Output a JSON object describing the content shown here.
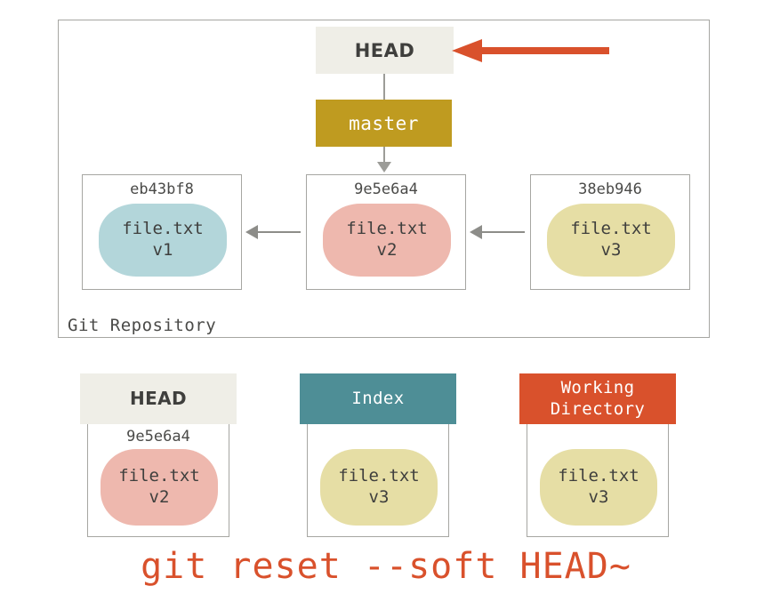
{
  "diagram": {
    "title": "git reset --soft HEAD~",
    "repository": {
      "label": "Git Repository",
      "head_box": {
        "label": "HEAD"
      },
      "branch_box": {
        "label": "master"
      },
      "pointer_arrow": {
        "name": "red-arrow-to-head",
        "color": "#d9512c"
      },
      "commits": [
        {
          "hash": "eb43bf8",
          "file": "file.txt",
          "version": "v1",
          "blob_color": "#b3d6da"
        },
        {
          "hash": "9e5e6a4",
          "file": "file.txt",
          "version": "v2",
          "blob_color": "#eeb8ae"
        },
        {
          "hash": "38eb946",
          "file": "file.txt",
          "version": "v3",
          "blob_color": "#e6dea5"
        }
      ]
    },
    "trees": [
      {
        "name": "head",
        "header": "HEAD",
        "header_color": "#efeee7",
        "hash": "9e5e6a4",
        "file": "file.txt",
        "version": "v2",
        "blob_color": "#eeb8ae"
      },
      {
        "name": "index",
        "header": "Index",
        "header_color": "#4e8e96",
        "hash": "",
        "file": "file.txt",
        "version": "v3",
        "blob_color": "#e6dea5"
      },
      {
        "name": "working-directory",
        "header": "Working\nDirectory",
        "header_color": "#d9512c",
        "hash": "",
        "file": "file.txt",
        "version": "v3",
        "blob_color": "#e6dea5"
      }
    ]
  }
}
